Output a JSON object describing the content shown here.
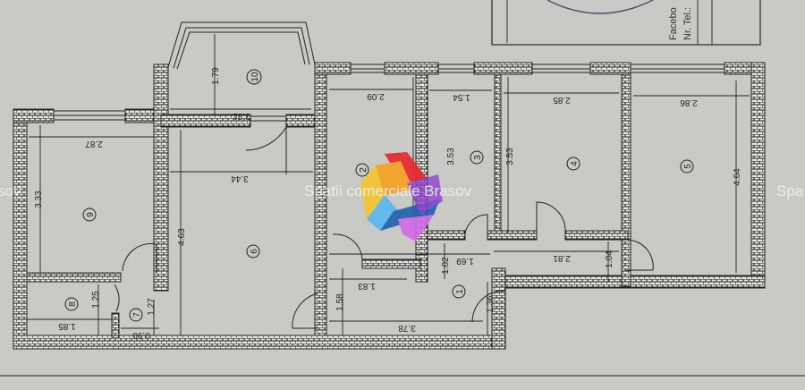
{
  "stamp": {
    "line1": "Facebo",
    "line2": "Nr. Tel.:"
  },
  "watermark": {
    "text": "Spatii comerciale Brasov",
    "left_fragment": "sov",
    "right_fragment": "Spa"
  },
  "rooms": [
    "1",
    "2",
    "3",
    "4",
    "5",
    "6",
    "7",
    "8",
    "9",
    "10"
  ],
  "dimensions": {
    "r9_width": "2.87",
    "r9_length": "3.33",
    "r6_width": "3.44",
    "r6_length": "4.63",
    "r10_width": "3.31",
    "r10_depth": "1.79",
    "r2_width": "2.09",
    "r2_hall_width": "1.83",
    "r2_hall_length": "1.58",
    "r3_width": "1.54",
    "r3_length": "3.53",
    "r4_width": "2.85",
    "r4_length": "3.53",
    "r5_width": "2.86",
    "r5_length": "4.64",
    "hall_width_1": "1.69",
    "hall_depth_1": "1.02",
    "hall_width_2": "2.81",
    "hall_depth_2": "1.04",
    "r1_width": "3.78",
    "r1_depth": "1.36",
    "r8_width": "1.85",
    "r8_depth": "1.25",
    "r7_width": "0.90",
    "r7_depth": "1.27"
  },
  "colors": {
    "paper": "#c9c9c6",
    "ink": "#222222",
    "wall_fill": "#e6e6e2"
  }
}
